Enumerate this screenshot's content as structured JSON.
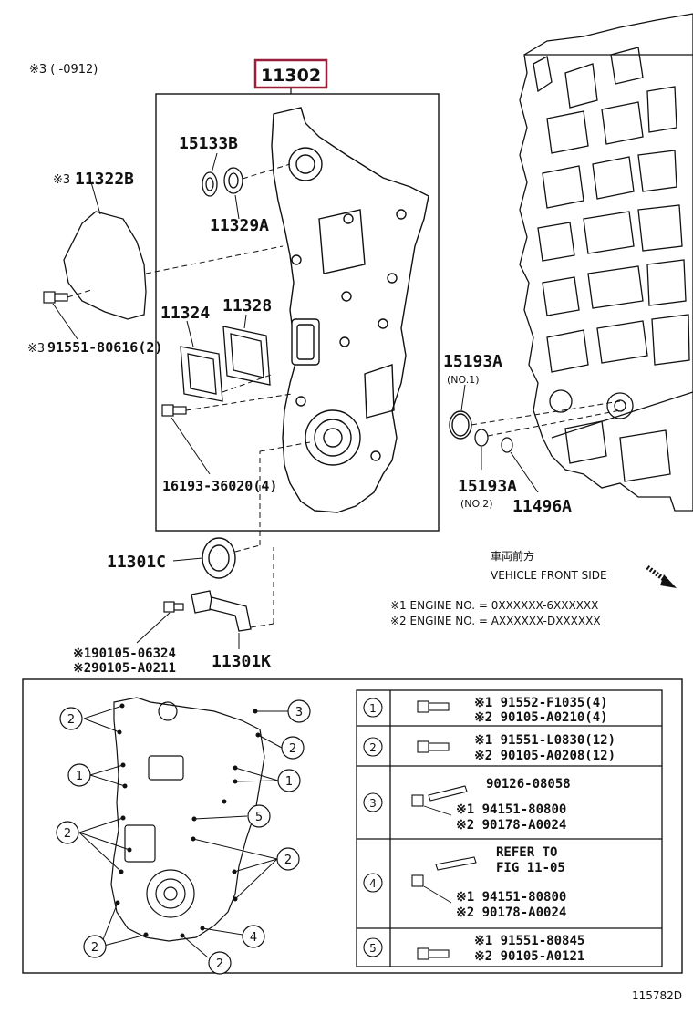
{
  "header": {
    "note3": "※3 (     -0912)",
    "main_part": "11302"
  },
  "parts": {
    "p15133B": "15133B",
    "p11322B": "11322B",
    "p11322B_mark": "※3",
    "p11329A": "11329A",
    "p11324": "11324",
    "p11328": "11328",
    "p91551": "91551-80616(2)",
    "p91551_mark": "※3",
    "p16193": "16193-36020(4)",
    "p15193A_1": "15193A",
    "no1": "(NO.1)",
    "p15193A_2": "15193A",
    "no2": "(NO.2)",
    "p11496A": "11496A",
    "p11301C": "11301C",
    "p90105_a": "※190105-06324",
    "p90105_b": "※290105-A0211",
    "p11301K": "11301K"
  },
  "direction": {
    "jp": "車両前方",
    "en": "VEHICLE FRONT SIDE"
  },
  "engine_notes": {
    "n1": "※1 ENGINE NO. = 0XXXXXX-6XXXXXX",
    "n2": "※2 ENGINE NO. = AXXXXXX-DXXXXXX"
  },
  "bolt_table": [
    {
      "num": "1",
      "l1": "※1 91552-F1035(4)",
      "l2": "※2 90105-A0210(4)"
    },
    {
      "num": "2",
      "l1": "※1 91551-L0830(12)",
      "l2": "※2 90105-A0208(12)"
    },
    {
      "num": "3",
      "l1": "90126-08058",
      "l2": "※1  94151-80800",
      "l3": "※2  90178-A0024"
    },
    {
      "num": "4",
      "l1": "REFER TO",
      "l2": "FIG 11-05",
      "l3": "※1  94151-80800",
      "l4": "※2  90178-A0024"
    },
    {
      "num": "5",
      "l1": "※1  91551-80845",
      "l2": "※2  90105-A0121"
    }
  ],
  "diagram_callouts": [
    "2",
    "3",
    "2",
    "1",
    "1",
    "2",
    "5",
    "2",
    "2",
    "4",
    "2"
  ],
  "figure_id": "115782D"
}
